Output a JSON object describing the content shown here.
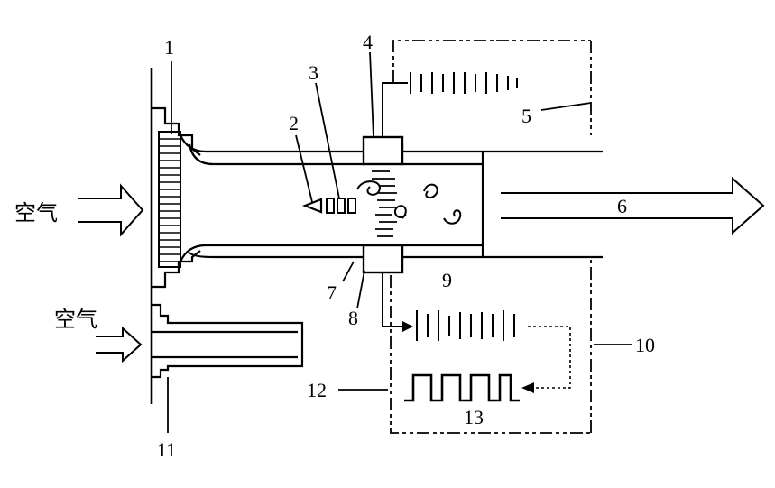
{
  "labels": {
    "n1": "1",
    "n2": "2",
    "n3": "3",
    "n4": "4",
    "n5": "5",
    "n6": "6",
    "n7": "7",
    "n8": "8",
    "n9": "9",
    "n10": "10",
    "n11": "11",
    "n12": "12",
    "n13": "13"
  },
  "inlets": {
    "main_air": "空气",
    "bypass_air": "空气"
  },
  "colors": {
    "line": "#000000",
    "background": "#ffffff"
  }
}
